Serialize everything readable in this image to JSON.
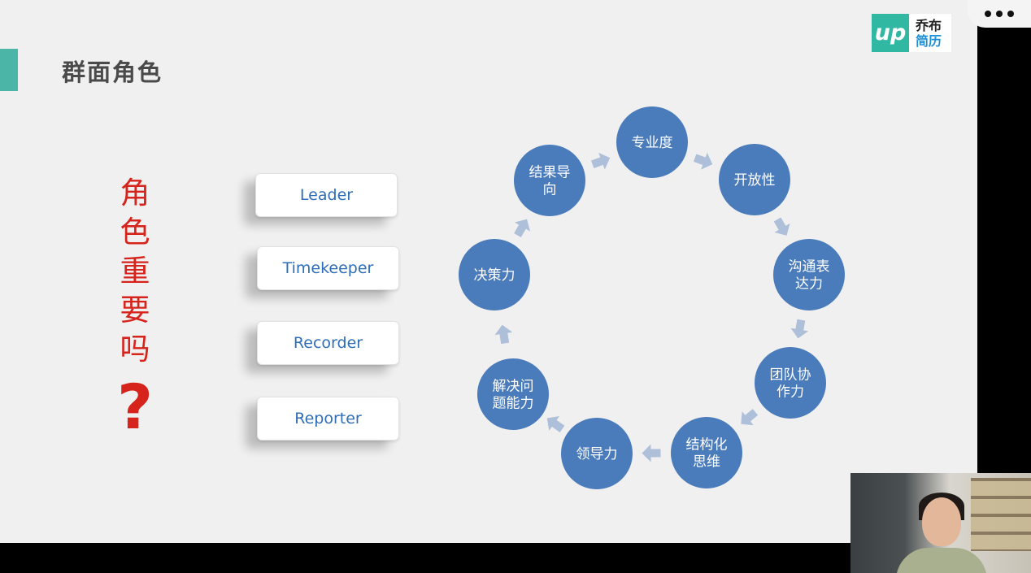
{
  "slide": {
    "title": "群面角色",
    "logo": {
      "mark": "up",
      "line1": "乔布",
      "line2": "简历"
    },
    "question": {
      "chars": [
        "角",
        "色",
        "重",
        "要",
        "吗"
      ],
      "mark": "?"
    },
    "roles": [
      "Leader",
      "Timekeeper",
      "Recorder",
      "Reporter"
    ],
    "cycle": [
      {
        "label": [
          "专业度"
        ]
      },
      {
        "label": [
          "开放性"
        ]
      },
      {
        "label": [
          "沟通表",
          "达力"
        ]
      },
      {
        "label": [
          "团队协",
          "作力"
        ]
      },
      {
        "label": [
          "结构化",
          "思维"
        ]
      },
      {
        "label": [
          "领导力"
        ]
      },
      {
        "label": [
          "解决问",
          "题能力"
        ]
      },
      {
        "label": [
          "决策力"
        ]
      },
      {
        "label": [
          "结果导",
          "向"
        ]
      }
    ]
  },
  "colors": {
    "accent": "#4bb5a8",
    "circle": "#4a7bbb",
    "arrow": "#aebfd9",
    "question": "#d6231b",
    "role_text": "#2e6db8"
  },
  "icons": {
    "menu": "more-dots-icon"
  }
}
